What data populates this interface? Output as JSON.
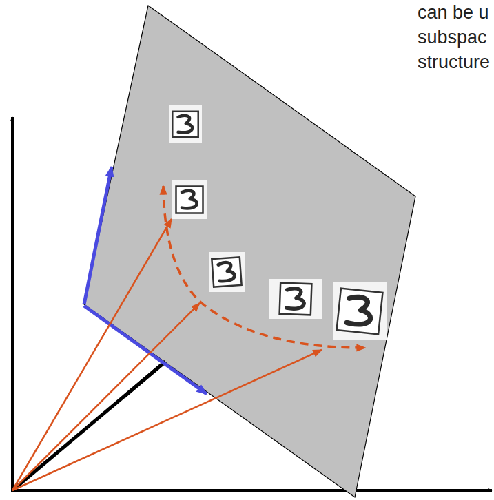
{
  "diagram": {
    "labels": [
      "can be u",
      "subspac",
      "structure"
    ]
  }
}
